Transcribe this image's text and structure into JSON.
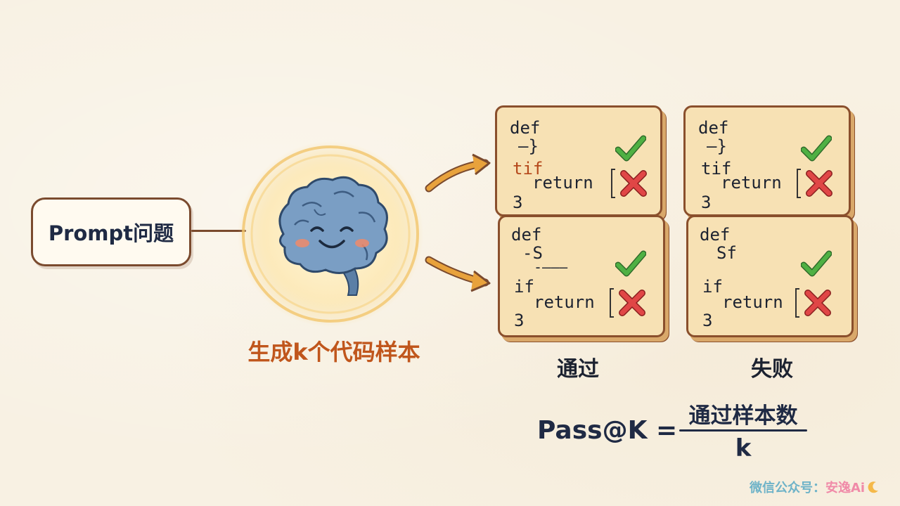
{
  "prompt": {
    "label": "Prompt问题"
  },
  "model": {
    "icon": "smiling-brain-icon",
    "caption": "生成k个代码样本"
  },
  "cards": [
    {
      "lines": [
        "def",
        "—}",
        "tif",
        "return",
        "3"
      ]
    },
    {
      "lines": [
        "def",
        "—}",
        "tif",
        "return",
        "3"
      ]
    },
    {
      "lines": [
        "def",
        "-S",
        "-———",
        "if",
        "return",
        "3"
      ]
    },
    {
      "lines": [
        "def",
        "Sf",
        "if",
        "return",
        "3"
      ]
    }
  ],
  "columns": {
    "pass_label": "通过",
    "fail_label": "失败"
  },
  "formula": {
    "lhs": "Pass@K =",
    "numerator": "通过样本数",
    "denominator": "k"
  },
  "watermark": {
    "prefix": "微信公众号：",
    "brand": "安逸Ai"
  },
  "colors": {
    "check": "#3f9a3a",
    "cross": "#d8383a",
    "arrow": "#e8a23c",
    "card_fill": "#f7e1b4",
    "caption": "#c0561c"
  }
}
